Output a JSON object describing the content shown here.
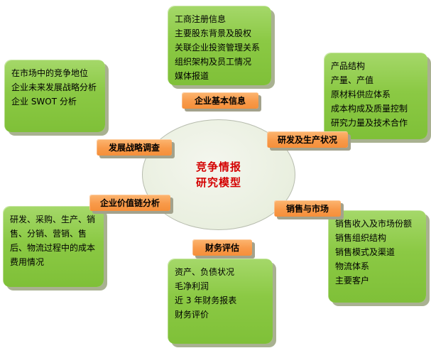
{
  "center": {
    "line1": "竞争情报",
    "line2": "研究模型"
  },
  "nodes": {
    "basic": "企业基本信息",
    "strategy": "发展战略调查",
    "rd": "研发及生产状况",
    "value_chain": "企业价值链分析",
    "sales": "销售与市场",
    "finance": "财务评估"
  },
  "details": {
    "basic": [
      "工商注册信息",
      "主要股东背景及股权",
      "关联企业投资管理关系",
      "组织架构及员工情况",
      "媒体报道"
    ],
    "strategy": [
      "在市场中的竞争地位",
      "企业未来发展战略分析",
      "企业 SWOT 分析"
    ],
    "rd": [
      "产品结构",
      "产量、产值",
      "原材料供应体系",
      "成本构成及质量控制",
      "研究力量及技术合作"
    ],
    "value_chain": "研发、采购、生产、销售、分销、营销、售后、物流过程中的成本费用情况",
    "sales": [
      "销售收入及市场份额",
      "销售组织结构",
      "销售模式及渠道",
      "物流体系",
      "主要客户"
    ],
    "finance": [
      "资产、负债状况",
      "毛净利润",
      "近 3 年财务报表",
      "财务评价"
    ]
  },
  "colors": {
    "green_box": "#8bc944",
    "green_shadow": "#a9b191",
    "orange_node": "#f89a4a",
    "node_shadow": "#a3a28c",
    "ellipse_fill": "#e9efdf",
    "center_text": "#d40000",
    "text": "#000000",
    "background": "#ffffff"
  }
}
